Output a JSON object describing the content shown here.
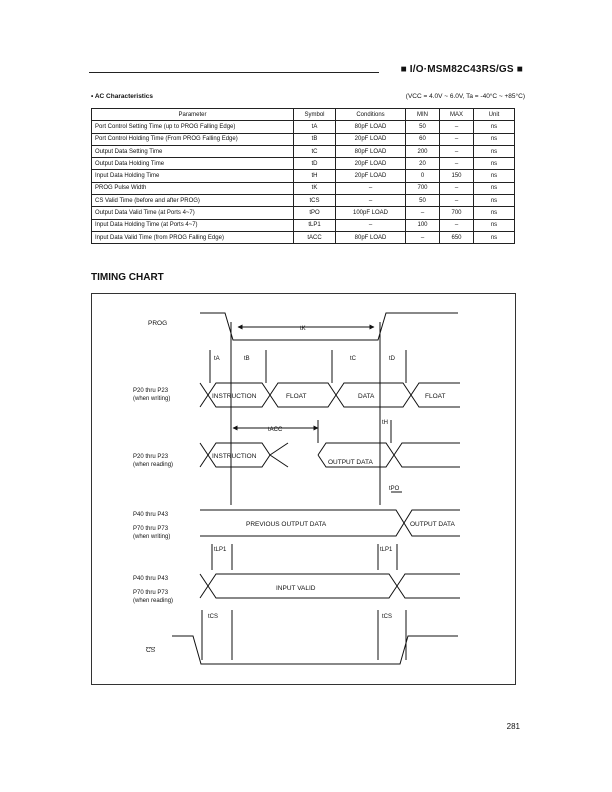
{
  "header": {
    "title": "■ I/O·MSM82C43RS/GS ■"
  },
  "ac": {
    "title": "• AC Characteristics",
    "conditions": "(VCC = 4.0V ~ 6.0V, Ta = -40°C ~ +85°C)",
    "columns": [
      "Parameter",
      "Symbol",
      "Conditions",
      "MIN",
      "MAX",
      "Unit"
    ],
    "rows": [
      {
        "param": "Port Control Setting Time (up to PROG Falling Edge)",
        "symbol": "tA",
        "cond": "80pF LOAD",
        "min": "50",
        "max": "–",
        "unit": "ns"
      },
      {
        "param": "Port Control Holding Time (From PROG Falling Edge)",
        "symbol": "tB",
        "cond": "20pF LOAD",
        "min": "60",
        "max": "–",
        "unit": "ns"
      },
      {
        "param": "Output Data Setting Time",
        "symbol": "tC",
        "cond": "80pF LOAD",
        "min": "200",
        "max": "–",
        "unit": "ns"
      },
      {
        "param": "Output Data Holding Time",
        "symbol": "tD",
        "cond": "20pF LOAD",
        "min": "20",
        "max": "–",
        "unit": "ns"
      },
      {
        "param": "Input Data Holding Time",
        "symbol": "tH",
        "cond": "20pF LOAD",
        "min": "0",
        "max": "150",
        "unit": "ns"
      },
      {
        "param": "PROG Pulse Width",
        "symbol": "tK",
        "cond": "–",
        "min": "700",
        "max": "–",
        "unit": "ns"
      },
      {
        "param": "CS Valid Time (before and after PROG)",
        "symbol": "tCS",
        "cond": "–",
        "min": "50",
        "max": "–",
        "unit": "ns"
      },
      {
        "param": "Output Data Valid Time (at Ports 4~7)",
        "symbol": "tPO",
        "cond": "100pF LOAD",
        "min": "–",
        "max": "700",
        "unit": "ns"
      },
      {
        "param": "Input Data Holding Time (at Ports 4~7)",
        "symbol": "tLP1",
        "cond": "–",
        "min": "100",
        "max": "–",
        "unit": "ns"
      },
      {
        "param": "Input Data Valid Time (from PROG Falling Edge)",
        "symbol": "tACC",
        "cond": "80pF LOAD",
        "min": "–",
        "max": "650",
        "unit": "ns"
      }
    ]
  },
  "timing": {
    "title": "TIMING CHART",
    "signals": {
      "prog": "PROG",
      "p20_write_1": "P20 thru P23",
      "p20_write_2": "(when writing)",
      "p20_read_1": "P20 thru P23",
      "p20_read_2": "(when reading)",
      "p40_write_1": "P40 thru P43",
      "p40_write_2": "P70 thru P73",
      "p40_write_3": "(when writing)",
      "p40_read_1": "P40 thru P43",
      "p40_read_2": "P70 thru P73",
      "p40_read_3": "(when reading)",
      "cs": "CS"
    },
    "segments": {
      "instruction_w": "INSTRUCTION",
      "float_1": "FLOAT",
      "data": "DATA",
      "float_2": "FLOAT",
      "instruction_r": "INSTRUCTION",
      "output_data_r": "OUTPUT DATA",
      "prev_output": "PREVIOUS OUTPUT DATA",
      "output_data_w": "OUTPUT DATA",
      "input_valid": "INPUT VALID"
    },
    "params": {
      "tK": "tK",
      "tA": "tA",
      "tB": "tB",
      "tC": "tC",
      "tD": "tD",
      "tACC": "tACC",
      "tH": "tH",
      "tPO": "tPO",
      "tLP1_a": "tLP1",
      "tLP1_b": "tLP1",
      "tCS_a": "tCS",
      "tCS_b": "tCS"
    }
  },
  "page_number": "281"
}
